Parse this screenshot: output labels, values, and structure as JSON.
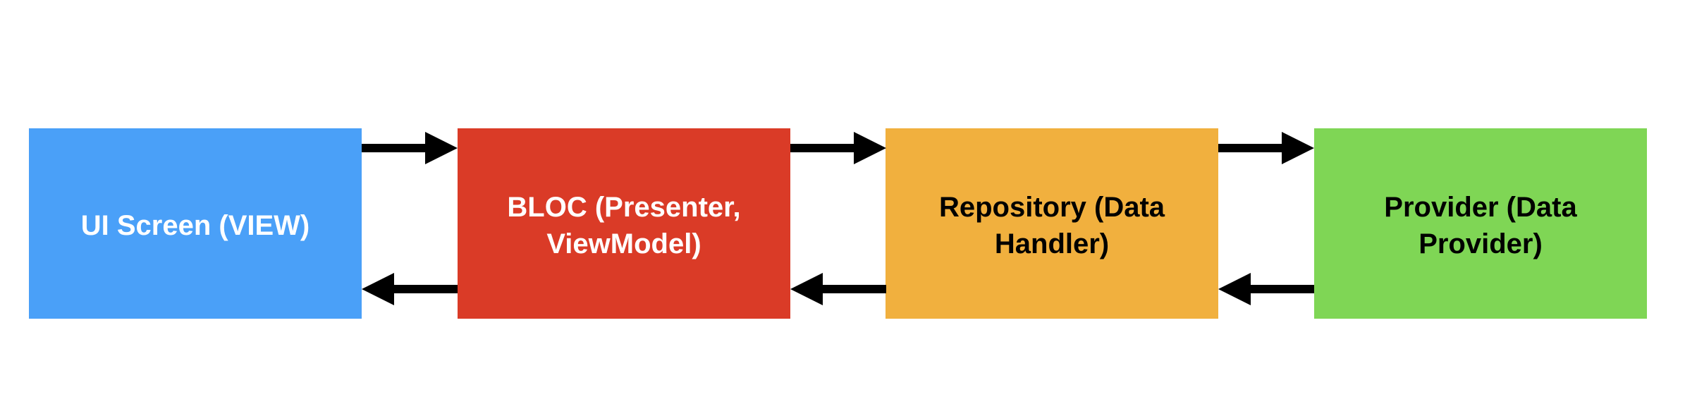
{
  "diagram": {
    "nodes": [
      {
        "id": "ui",
        "label": "UI Screen (VIEW)",
        "color": "#4aa0f8",
        "text_color": "#ffffff"
      },
      {
        "id": "bloc",
        "label": "BLOC (Presenter, ViewModel)",
        "color": "#da3b27",
        "text_color": "#ffffff"
      },
      {
        "id": "repo",
        "label": "Repository (Data Handler)",
        "color": "#f1b03e",
        "text_color": "#000000"
      },
      {
        "id": "provider",
        "label": "Provider (Data Provider)",
        "color": "#7fd655",
        "text_color": "#000000"
      }
    ],
    "edges": [
      {
        "from": "ui",
        "to": "bloc"
      },
      {
        "from": "bloc",
        "to": "repo"
      },
      {
        "from": "repo",
        "to": "provider"
      },
      {
        "from": "bloc",
        "to": "ui"
      },
      {
        "from": "repo",
        "to": "bloc"
      },
      {
        "from": "provider",
        "to": "repo"
      }
    ],
    "arrow_color": "#000000"
  }
}
